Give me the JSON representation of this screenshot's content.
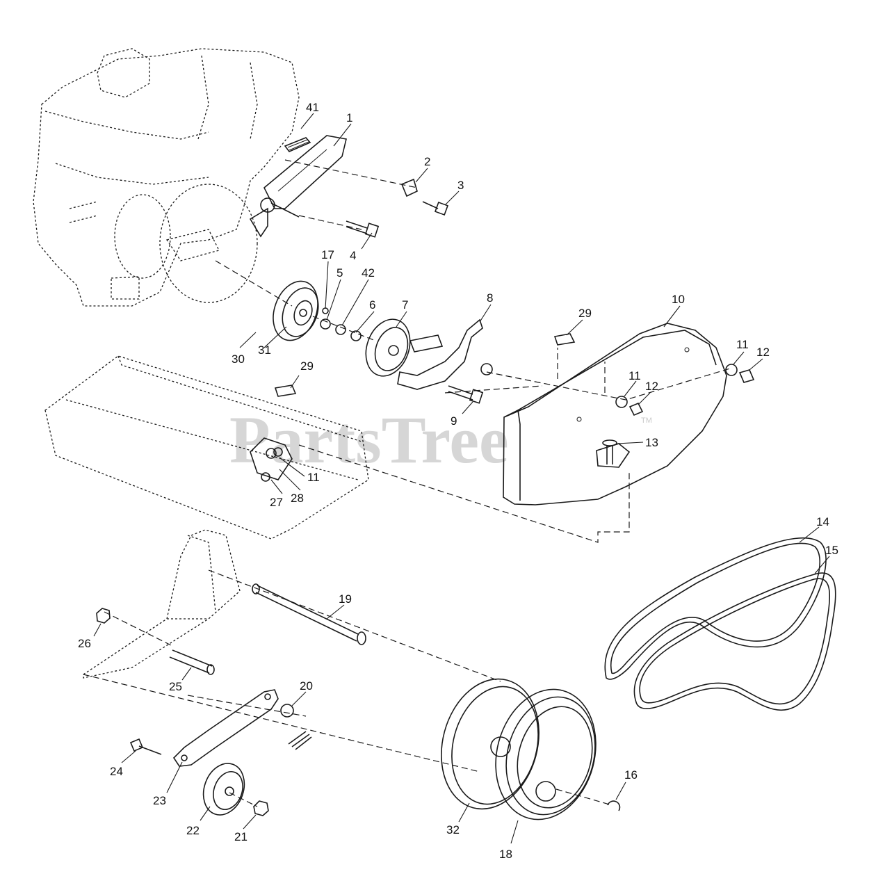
{
  "watermark": {
    "text": "PartsTree",
    "mark": "TM"
  },
  "callouts": [
    "41",
    "1",
    "2",
    "3",
    "4",
    "17",
    "5",
    "42",
    "6",
    "7",
    "8",
    "29",
    "10",
    "11",
    "12",
    "30",
    "31",
    "29",
    "11",
    "12",
    "9",
    "13",
    "11",
    "27",
    "28",
    "14",
    "15",
    "19",
    "26",
    "25",
    "20",
    "24",
    "23",
    "22",
    "21",
    "32",
    "18",
    "16"
  ]
}
